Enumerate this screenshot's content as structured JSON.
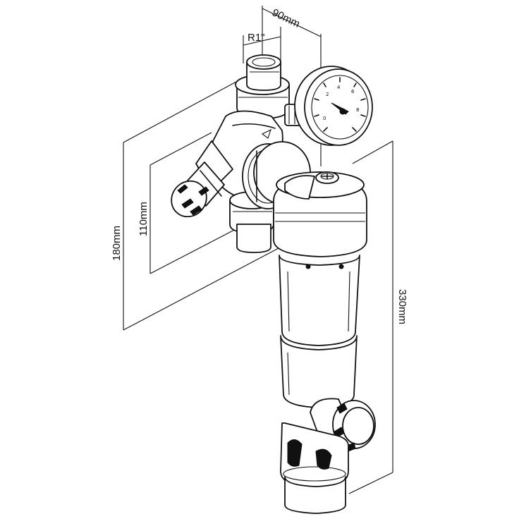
{
  "dimensions": {
    "thread": "R1\"",
    "width": "90mm",
    "height_outer": "180mm",
    "height_inner": "110mm",
    "height_total": "330mm"
  }
}
